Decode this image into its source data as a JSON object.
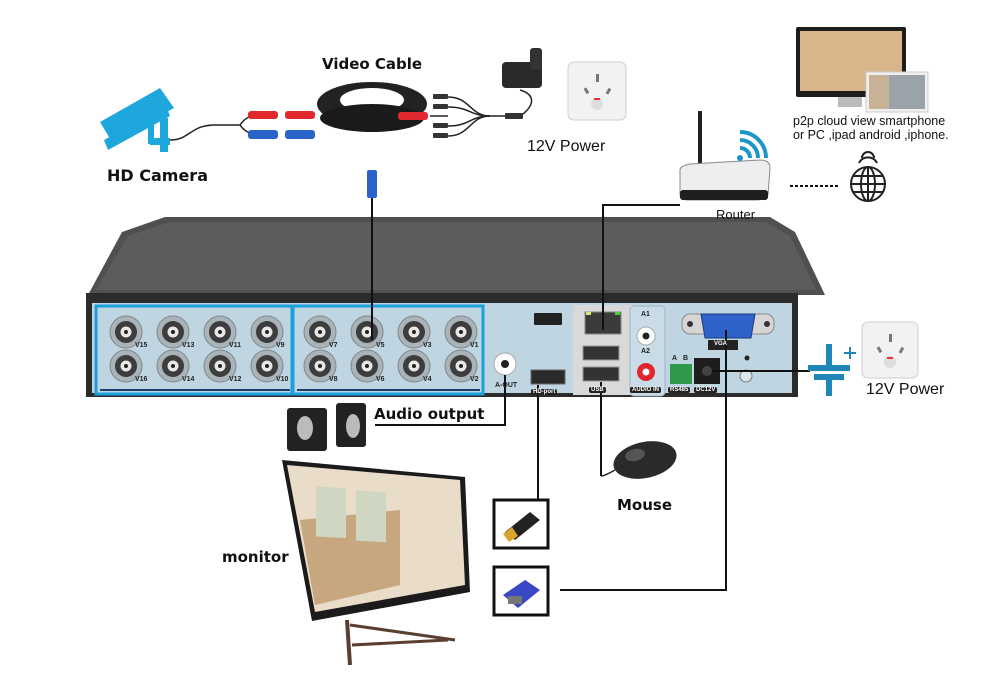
{
  "title": "DVR connection diagram",
  "labels": {
    "video_cable": "Video Cable",
    "hd_camera": "HD Camera",
    "power_top": "12V Power",
    "power_right": "12V Power",
    "router": "Router",
    "cloud_line1": "p2p cloud view smartphone",
    "cloud_line2": "or PC ,ipad android ,iphone.",
    "audio_output": "Audio output",
    "mouse": "Mouse",
    "monitor": "monitor"
  },
  "dvr": {
    "channels_left_top": [
      "V15",
      "V13",
      "V11",
      "V9"
    ],
    "channels_left_bottom": [
      "V16",
      "V14",
      "V12",
      "V10"
    ],
    "channels_right_top": [
      "V7",
      "V5",
      "V3",
      "V1"
    ],
    "channels_right_bottom": [
      "V8",
      "V6",
      "V4",
      "V2"
    ],
    "ports": {
      "audio_out": "A-OUT",
      "hdmi": "HD-port",
      "usb": "USB",
      "audio_in_a1": "A1",
      "audio_in_a2": "A2",
      "audio_in": "AUDIO IN",
      "rs485_a": "A",
      "rs485_b": "B",
      "rs485": "RS485",
      "dc12v": "DC12V",
      "vga": "VGA"
    }
  },
  "colors": {
    "accent_blue": "#1aa0dc",
    "panel": "#b9d3e0",
    "chassis": "#3a3a3a",
    "line": "#111111"
  }
}
